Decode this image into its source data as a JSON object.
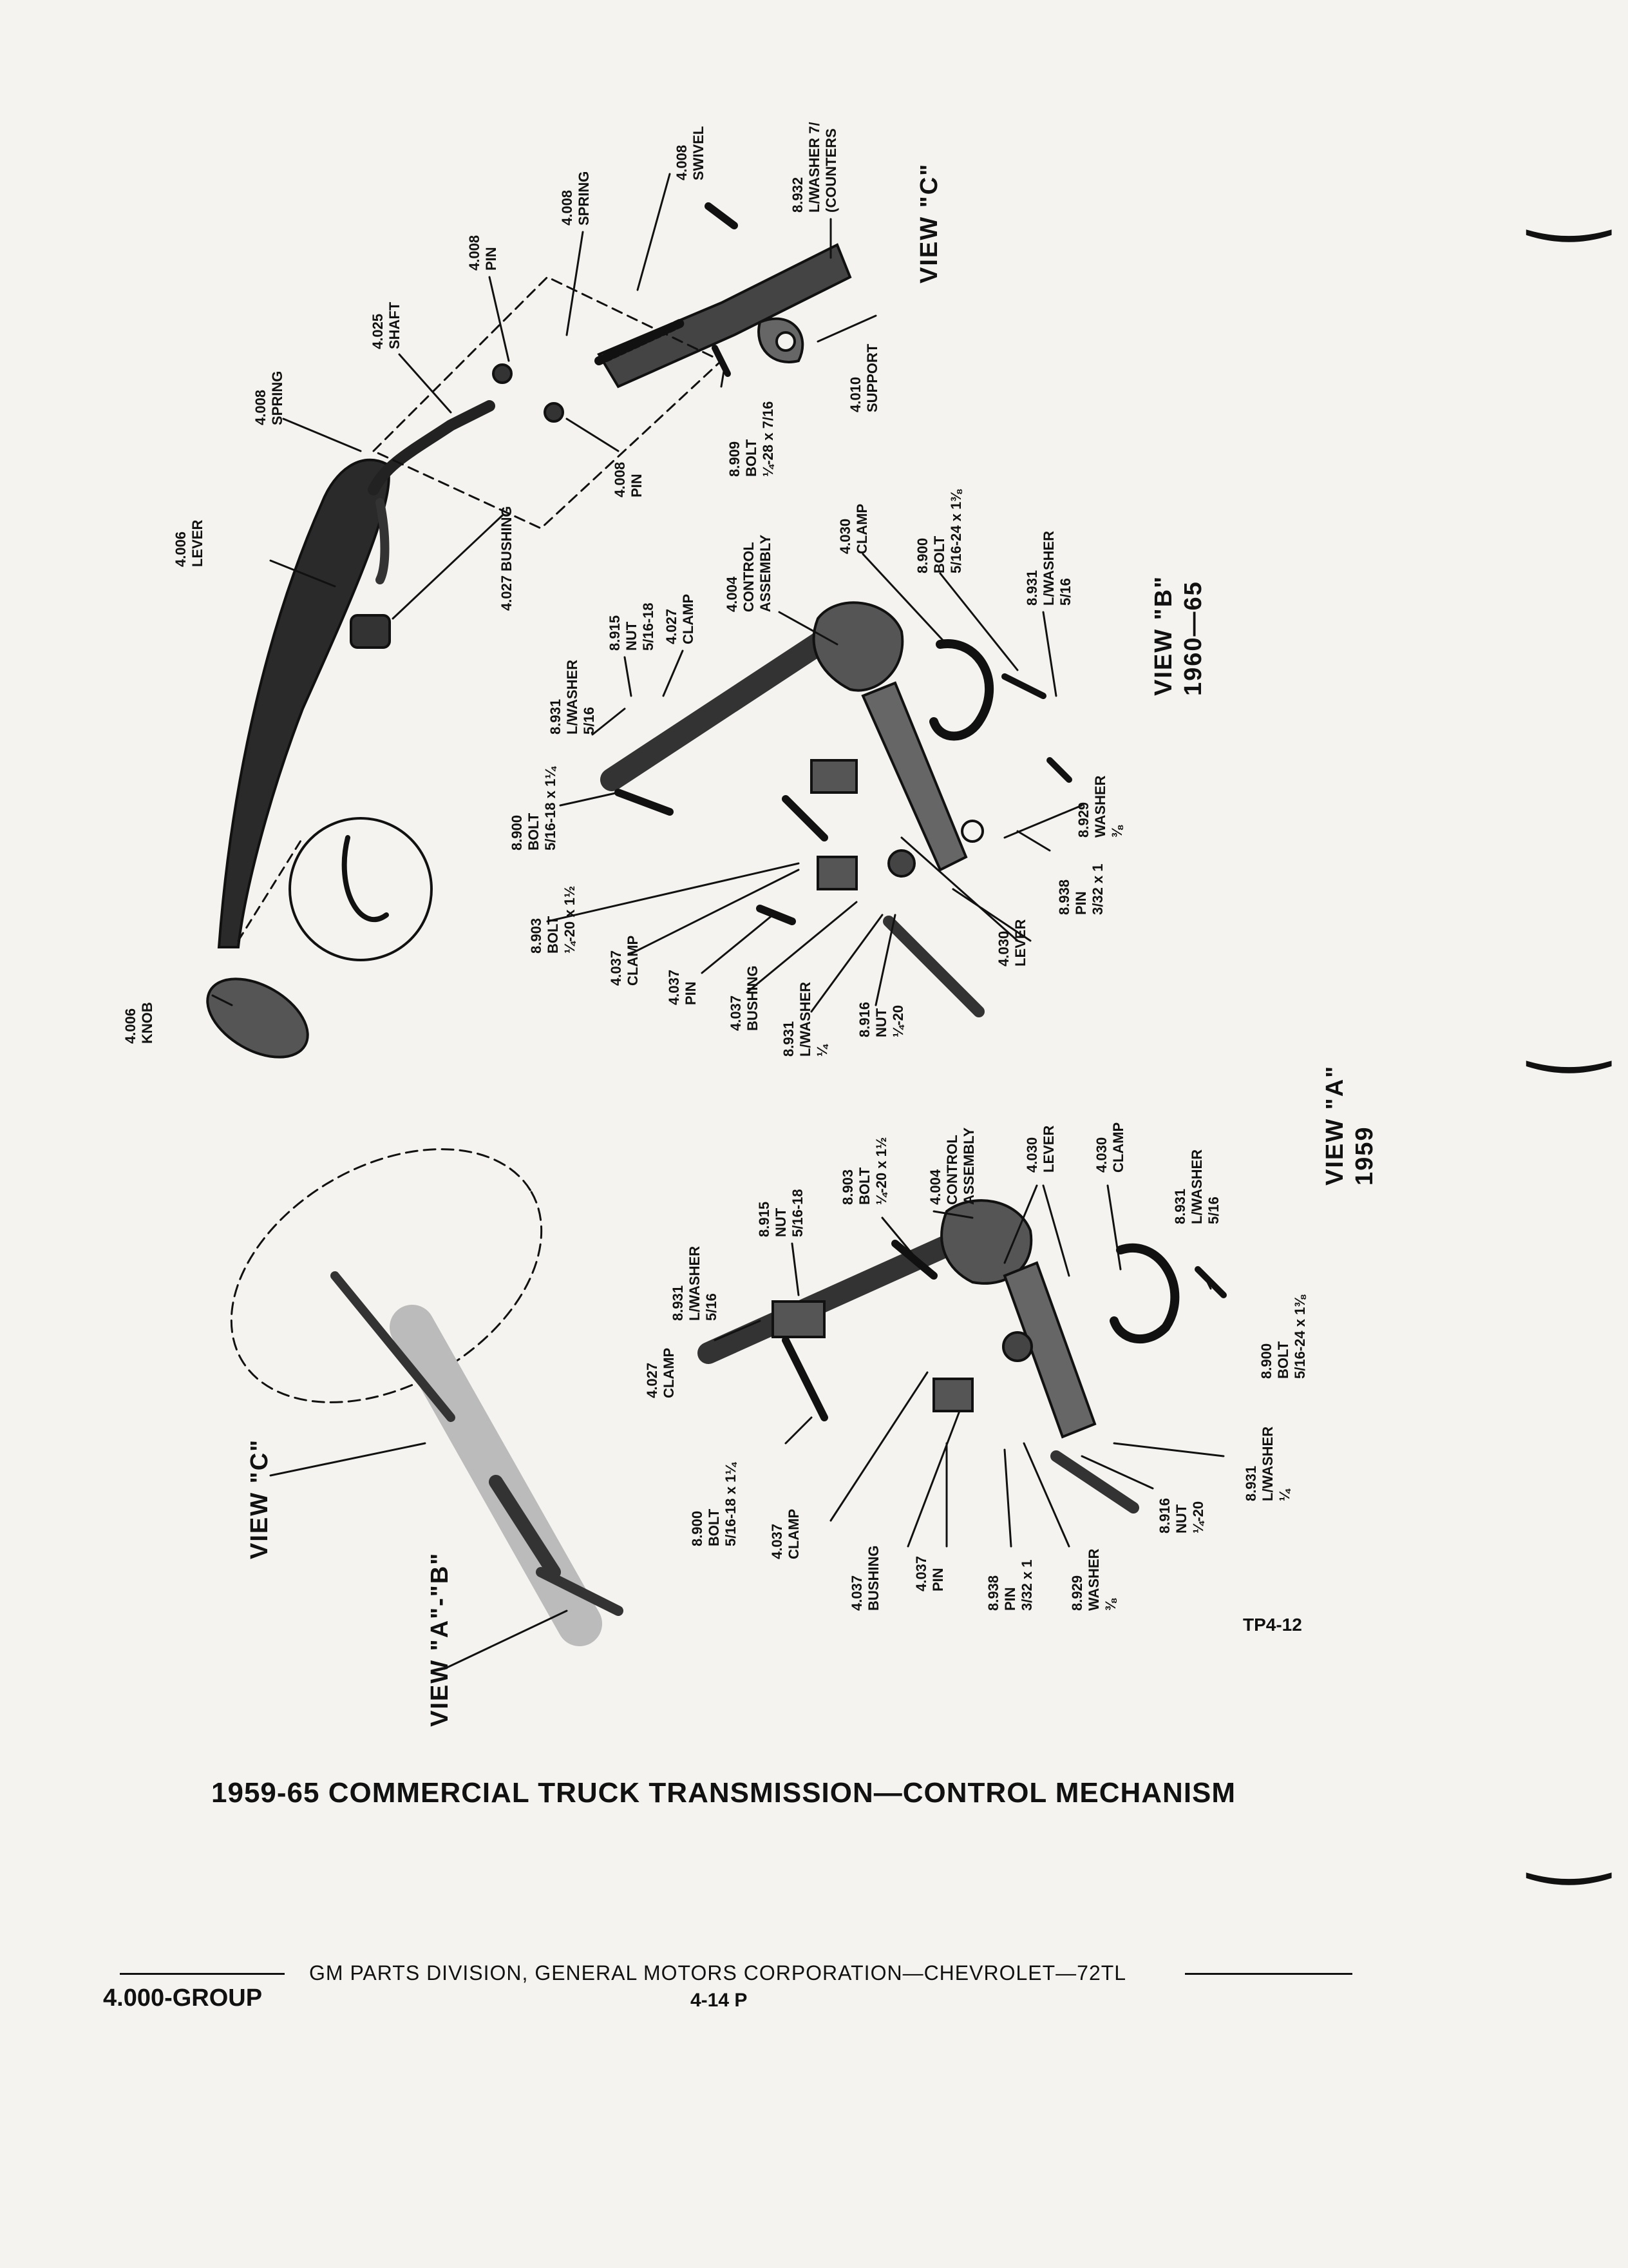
{
  "labels": {
    "swivel": "4.008\nSWIVEL",
    "lwasher_counter": "8.932\nL/WASHER 7/\n(COUNTERS",
    "spring_top": "4.008\nSPRING",
    "pin_top": "4.008\nPIN",
    "shaft": "4.025\nSHAFT",
    "spring_left": "4.008\nSPRING",
    "support": "4.010\nSUPPORT",
    "bolt_8909": "8.909\nBOLT\n¼-28 x 7/16",
    "pin_mid": "4.008\nPIN",
    "lever_4006": "4.006\nLEVER",
    "bushing_4027": "4.027 BUSHING",
    "knob": "4.006\nKNOB",
    "b_clamp_4030": "4.030\nCLAMP",
    "b_bolt_8900_top": "8.900\nBOLT\n5/16-24 x 1⅜",
    "b_lwasher_8931_top": "8.931\nL/WASHER\n5/16",
    "b_control_assembly": "4.004\nCONTROL\nASSEMBLY",
    "b_clamp_4027": "4.027\nCLAMP",
    "b_nut_8915": "8.915\nNUT\n5/16-18",
    "b_lwasher_8931_left": "8.931\nL/WASHER\n5/16",
    "b_bolt_8900_left": "8.900\nBOLT\n5/16-18 x 1¼",
    "b_bolt_8903": "8.903\nBOLT\n¼-20 x 1½",
    "b_clamp_4037": "4.037\nCLAMP",
    "b_pin_4037": "4.037\nPIN",
    "b_bushing_4037": "4.037\nBUSHING",
    "b_lwasher_8931_bottom": "8.931\nL/WASHER\n¼",
    "b_nut_8916": "8.916\nNUT\n¼-20",
    "b_lever_4030": "4.030\nLEVER",
    "b_pin_8938": "8.938\nPIN\n3/32 x 1",
    "b_washer_8929": "8.929\nWASHER\n⅜",
    "a_control_assembly": "4.004\nCONTROL\nASSEMBLY",
    "a_lever_4030": "4.030\nLEVER",
    "a_clamp_4030": "4.030\nCLAMP",
    "a_bolt_8903": "8.903\nBOLT\n¼-20 x 1½",
    "a_nut_8915": "8.915\nNUT\n5/16-18",
    "a_lwasher_8931_left": "8.931\nL/WASHER\n5/16",
    "a_lwasher_8931_right": "8.931\nL/WASHER\n5/16",
    "a_clamp_4027": "4.027\nCLAMP",
    "a_bolt_8900_right": "8.900\nBOLT\n5/16-24 x 1⅜",
    "a_bolt_8900_left": "8.900\nBOLT\n5/16-18 x 1¼",
    "a_clamp_4037": "4.037\nCLAMP",
    "a_bushing_4037": "4.037\nBUSHING",
    "a_pin_4037": "4.037\nPIN",
    "a_pin_8938": "8.938\nPIN\n3/32 x 1",
    "a_washer_8929": "8.929\nWASHER\n⅜",
    "a_nut_8916": "8.916\nNUT\n¼-20",
    "a_lwasher_8931_bottom": "8.931\nL/WASHER\n¼"
  },
  "views": {
    "view_c_top": "VIEW \"C\"",
    "view_b": "VIEW \"B\"\n1960—65",
    "view_a": "VIEW \"A\"\n1959",
    "view_c_left": "VIEW \"C\"",
    "view_ab": "VIEW \"A\"-\"B\""
  },
  "figure_code": "TP4-12",
  "title": "1959-65 COMMERCIAL TRUCK TRANSMISSION—CONTROL MECHANISM",
  "footer": {
    "division": "GM PARTS DIVISION, GENERAL MOTORS CORPORATION—CHEVROLET—72TL",
    "group": "4.000-GROUP",
    "page": "4-14 P"
  },
  "colors": {
    "ink": "#111111",
    "paper": "#f4f3ef"
  }
}
